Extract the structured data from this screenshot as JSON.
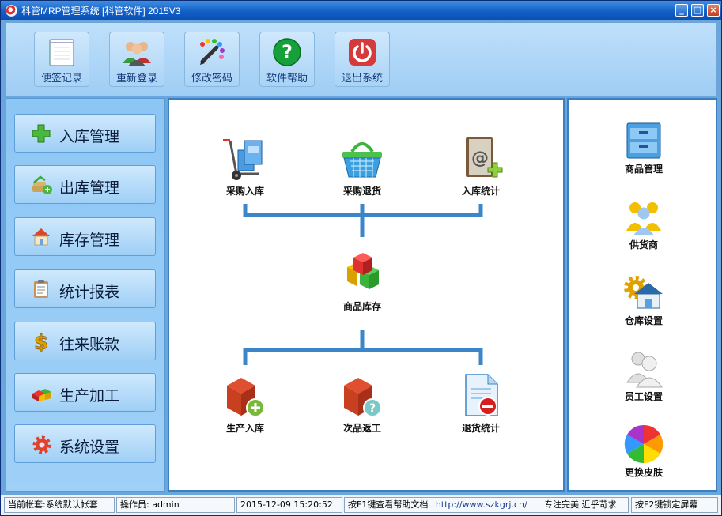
{
  "window": {
    "title": "科管MRP管理系统 [科管软件] 2015V3"
  },
  "toolbar": [
    {
      "label": "便签记录",
      "icon": "notepad-icon"
    },
    {
      "label": "重新登录",
      "icon": "users-icon"
    },
    {
      "label": "修改密码",
      "icon": "pencil-palette-icon"
    },
    {
      "label": "软件帮助",
      "icon": "help-icon"
    },
    {
      "label": "退出系统",
      "icon": "power-icon"
    }
  ],
  "nav": [
    {
      "label": "入库管理",
      "icon": "plus-icon"
    },
    {
      "label": "出库管理",
      "icon": "money-stack-icon"
    },
    {
      "label": "库存管理",
      "icon": "house-icon"
    },
    {
      "label": "统计报表",
      "icon": "clipboard-icon"
    },
    {
      "label": "往来账款",
      "icon": "dollar-icon"
    },
    {
      "label": "生产加工",
      "icon": "colored-cubes-icon"
    },
    {
      "label": "系统设置",
      "icon": "gear-icon"
    }
  ],
  "flow": {
    "purchase_in": "采购入库",
    "purchase_return": "采购退货",
    "in_stats": "入库统计",
    "goods_stock": "商品库存",
    "production_in": "生产入库",
    "defect_return": "次品返工",
    "return_stats": "退货统计"
  },
  "right": [
    {
      "label": "商品管理",
      "icon": "cabinet-icon"
    },
    {
      "label": "供货商",
      "icon": "suppliers-icon"
    },
    {
      "label": "仓库设置",
      "icon": "warehouse-gear-icon"
    },
    {
      "label": "员工设置",
      "icon": "employee-icon"
    },
    {
      "label": "更换皮肤",
      "icon": "color-wheel-icon"
    }
  ],
  "status": {
    "account": "当前帐套:系统默认帐套",
    "operator": "操作员: admin",
    "datetime": "2015-12-09 15:20:52",
    "help_hint": "按F1键查看帮助文档",
    "url": "http://www.szkgrj.cn/",
    "slogan": "专注完美 近乎苛求",
    "lock_hint": "按F2键锁定屏幕"
  },
  "colors": {
    "accent": "#3a86c8",
    "panel": "#9fcff6",
    "title": "#1360c8"
  }
}
